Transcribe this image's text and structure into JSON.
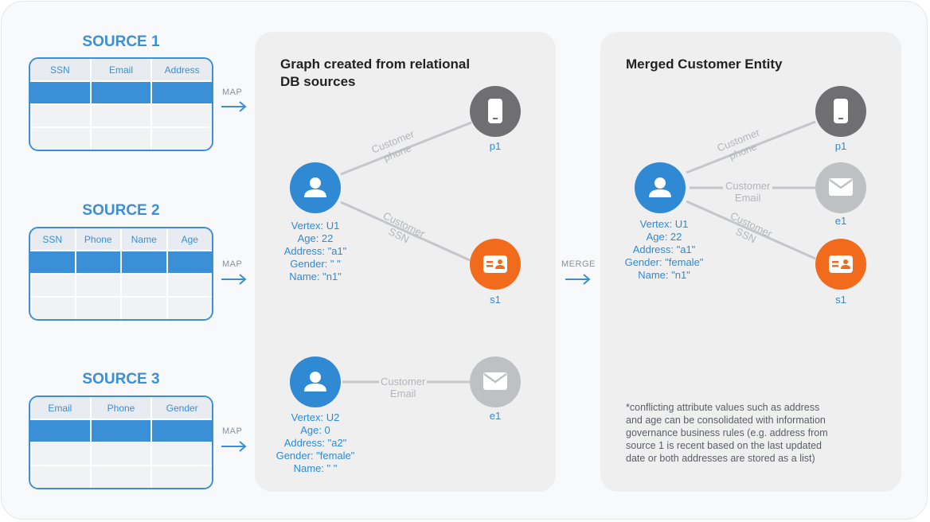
{
  "sources": [
    {
      "title": "SOURCE 1",
      "columns": [
        "SSN",
        "Email",
        "Address"
      ],
      "map_label": "MAP"
    },
    {
      "title": "SOURCE 2",
      "columns": [
        "SSN",
        "Phone",
        "Name",
        "Age"
      ],
      "map_label": "MAP"
    },
    {
      "title": "SOURCE 3",
      "columns": [
        "Email",
        "Phone",
        "Gender"
      ],
      "map_label": "MAP"
    }
  ],
  "graph_panel": {
    "title_line1": "Graph created from relational",
    "title_line2": "DB sources",
    "u1": {
      "label": "Vertex: U1",
      "age": "Age: 22",
      "address": "Address: \"a1\"",
      "gender": "Gender: \" \"",
      "name": "Name: \"n1\""
    },
    "u2": {
      "label": "Vertex: U2",
      "age": "Age: 0",
      "address": "Address: \"a2\"",
      "gender": "Gender: \"female\"",
      "name": "Name: \" \""
    },
    "p1": "p1",
    "s1": "s1",
    "e1": "e1",
    "edge_phone": [
      "Customer",
      "phone"
    ],
    "edge_ssn": [
      "Customer",
      "SSN"
    ],
    "edge_email": [
      "Customer",
      "Email"
    ]
  },
  "merge_label": "MERGE",
  "merged_panel": {
    "title": "Merged Customer Entity",
    "u1": {
      "label": "Vertex: U1",
      "age": "Age: 22",
      "address": "Address: \"a1\"",
      "gender": "Gender: \"female\"",
      "name": "Name: \"n1\""
    },
    "p1": "p1",
    "e1": "e1",
    "s1": "s1",
    "edge_phone": [
      "Customer",
      "phone"
    ],
    "edge_email": [
      "Customer",
      "Email"
    ],
    "edge_ssn": [
      "Customer",
      "SSN"
    ],
    "note": [
      "*conflicting attribute values such as address",
      "and age can be consolidated with information",
      "governance business rules (e.g. address from",
      "source 1 is recent based on the last updated",
      "date or both addresses are stored as a list)"
    ]
  },
  "colors": {
    "user": "#2f8ad3",
    "phone": "#6f6f71",
    "ssn": "#f26b1d",
    "email": "#bfc0c3",
    "accent": "#3b8fd6"
  },
  "icons": {
    "user": "user-icon",
    "phone": "phone-icon",
    "ssn": "id-card-icon",
    "email": "envelope-icon",
    "arrow": "arrow-right-icon"
  }
}
